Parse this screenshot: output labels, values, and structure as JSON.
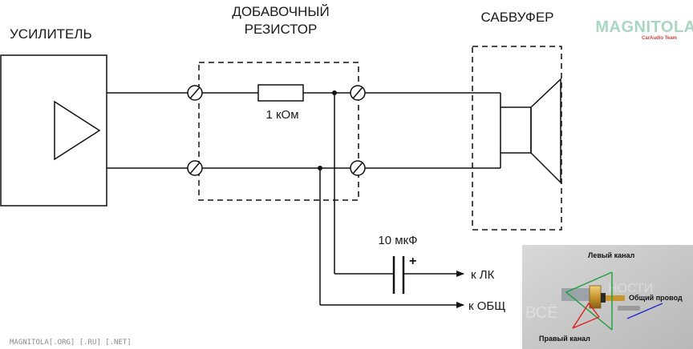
{
  "labels": {
    "amplifier": "УСИЛИТЕЛЬ",
    "resistor_title_1": "ДОБАВОЧНЫЙ",
    "resistor_title_2": "РЕЗИСТОР",
    "subwoofer": "САБВУФЕР",
    "resistor_value": "1 кОм",
    "capacitor_value": "10 мкФ",
    "capacitor_polarity": "+",
    "to_left_channel": "к ЛК",
    "to_common": "к ОБЩ"
  },
  "photo": {
    "left_channel": "Левый канал",
    "common_wire": "Общий провод",
    "right_channel": "Правый канал",
    "faint_text_1": "НОСТИ",
    "faint_text_2": "ВСЁ"
  },
  "logo": {
    "brand": "MAGNITOLA",
    "team": "CarAudio Team"
  },
  "watermark": "MAGNITOLA[.ORG] [.RU] [.NET]",
  "colors": {
    "line": "#111111",
    "left_channel_marker": "#1e9e3a",
    "right_channel_marker": "#e01f1f",
    "common_marker": "#1d2ccf",
    "logo_green": "#63b58a",
    "logo_red": "#d6403a"
  }
}
